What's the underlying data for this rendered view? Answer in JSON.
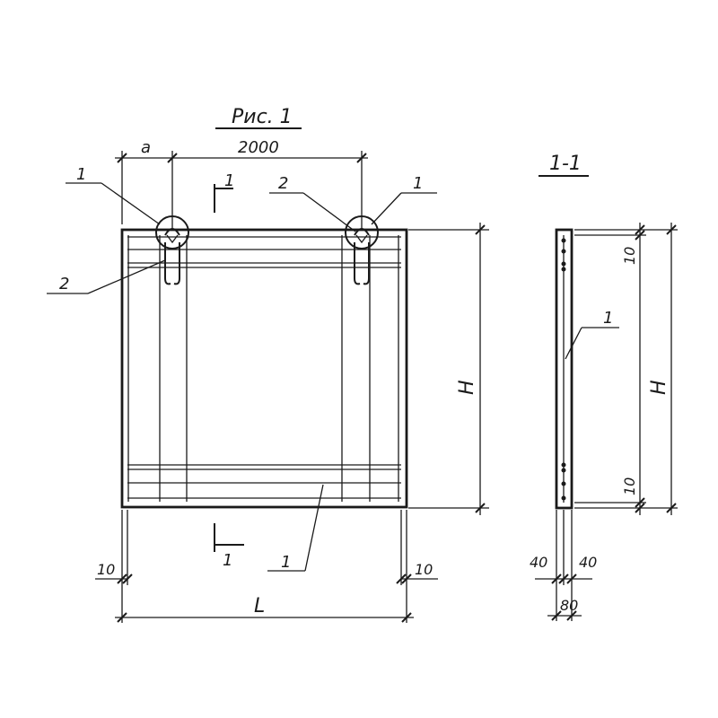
{
  "figure": {
    "title": "Рис. 1",
    "section_title": "1-1"
  },
  "front_view": {
    "dim_a": "a",
    "dim_top": "2000",
    "dim_height": "H",
    "dim_length": "L",
    "dim_left_offset": "10",
    "dim_right_offset": "10",
    "section_mark_top": "1",
    "section_mark_bottom": "1",
    "callout_bar_1_top_left": "1",
    "callout_bar_1_top_right": "1",
    "callout_loop_2_top": "2",
    "callout_loop_2_left": "2",
    "callout_bar_1_bottom": "1"
  },
  "section_view": {
    "dim_top_cover": "10",
    "dim_bottom_cover": "10",
    "dim_height": "H",
    "dim_half_left": "40",
    "dim_half_right": "40",
    "dim_width": "80",
    "callout_bar": "1"
  }
}
